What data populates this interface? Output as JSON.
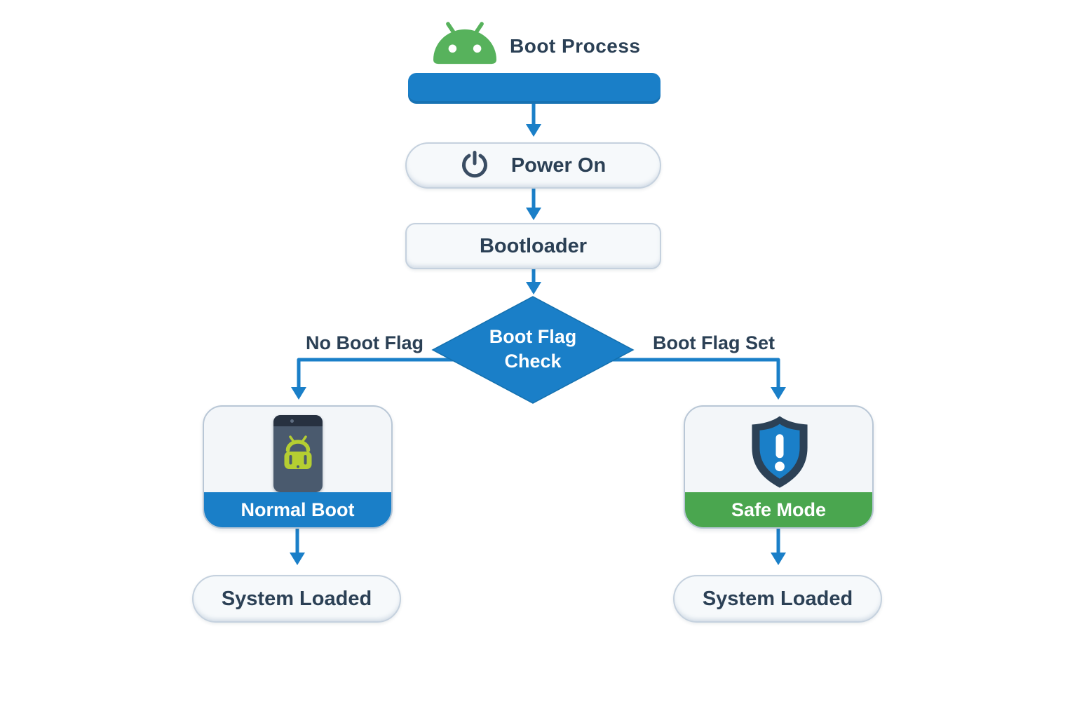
{
  "title": "Boot Process",
  "colors": {
    "accent_blue": "#1a7fc8",
    "safe_mode_green": "#4aa64f",
    "android_green": "#57b25c",
    "robot_lime": "#b5ce32",
    "text_navy": "#2b4055",
    "node_background": "#f6f9fb",
    "node_border": "#c5d1de"
  },
  "icons": {
    "logo": "android-logo-icon",
    "power": "power-icon",
    "normal_boot": "phone-android-icon",
    "safe_mode": "shield-alert-icon"
  },
  "header": {
    "title": "Boot Process"
  },
  "nodes": {
    "power_on": {
      "label": "Power On"
    },
    "bootloader": {
      "label": "Bootloader"
    },
    "decision": {
      "label": "Boot Flag\nCheck"
    },
    "normal_boot": {
      "label": "Normal Boot"
    },
    "safe_mode": {
      "label": "Safe Mode"
    },
    "system_loaded_left": {
      "label": "System Loaded"
    },
    "system_loaded_right": {
      "label": "System Loaded"
    }
  },
  "edges": {
    "left_condition": "No Boot Flag",
    "right_condition": "Boot Flag Set"
  }
}
